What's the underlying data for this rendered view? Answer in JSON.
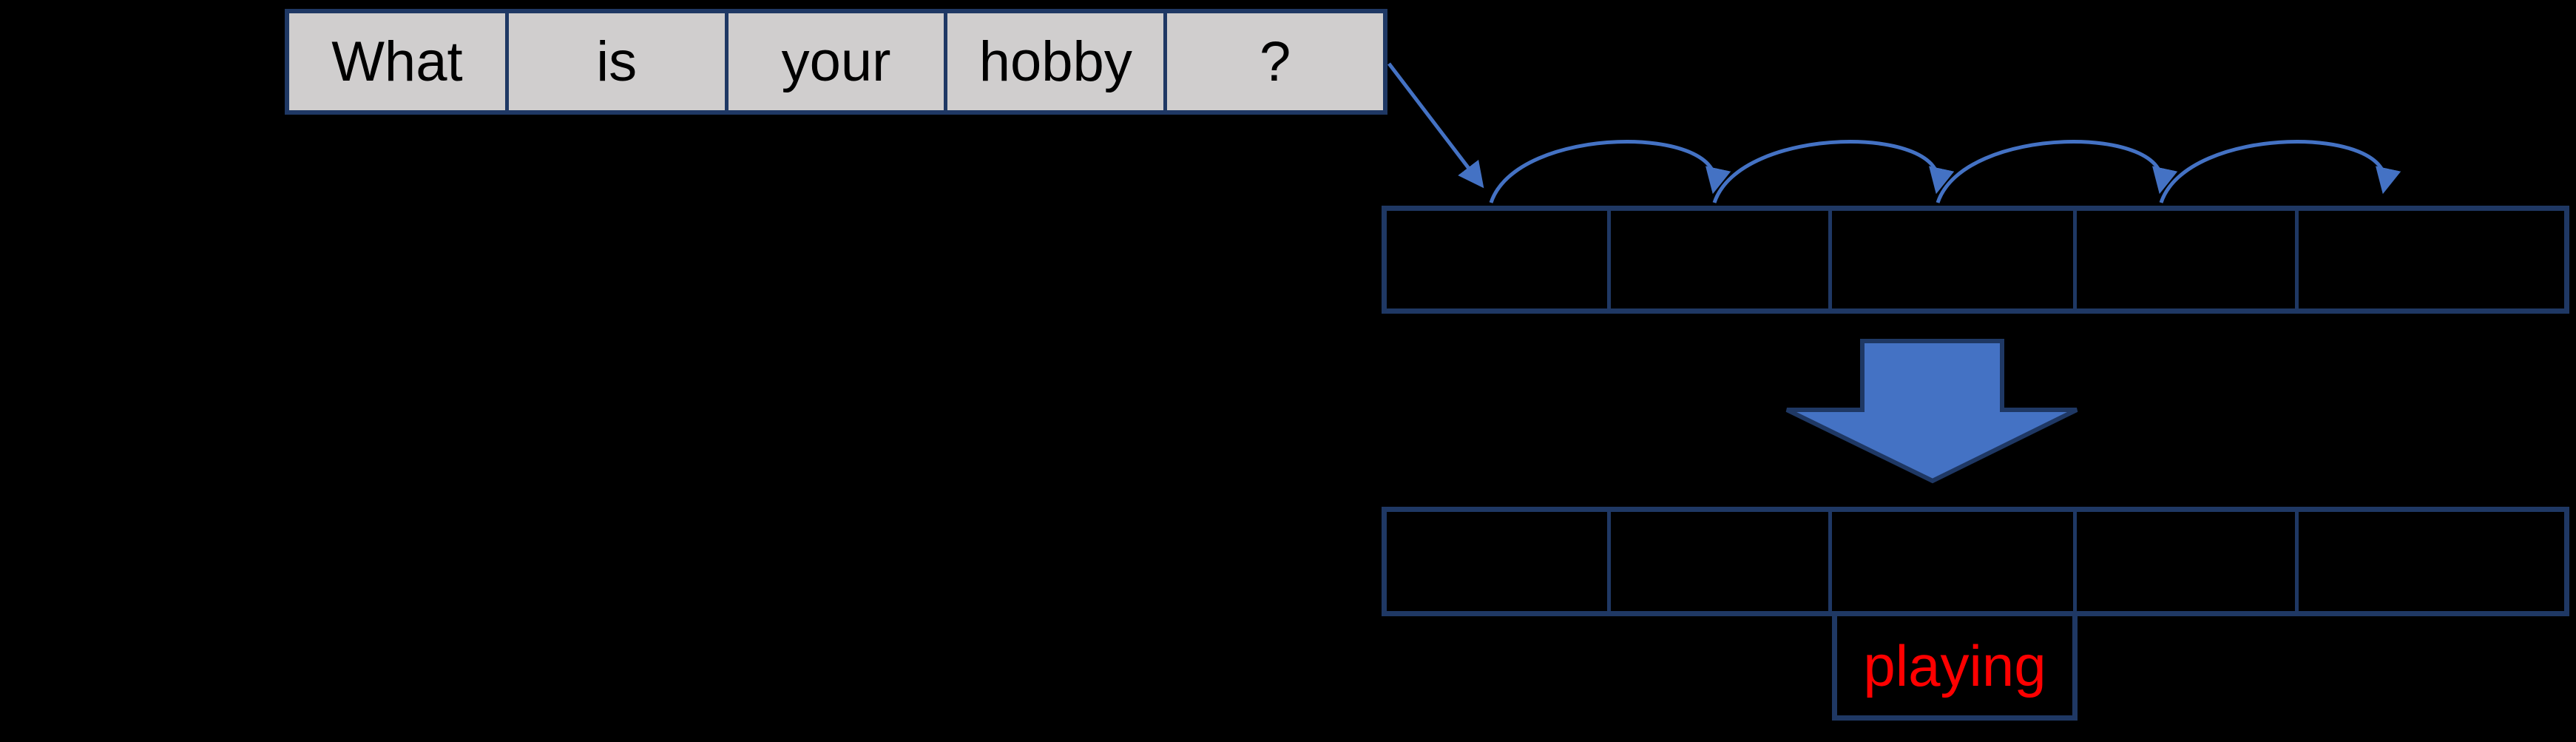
{
  "diagram_title": "sentence-to-prediction sequence diagram",
  "colors": {
    "background": "#000000",
    "table_border": "#1f3864",
    "word_cell_fill": "#d0cece",
    "word_text": "#000000",
    "arrow_blue": "#4472c4",
    "big_arrow_fill": "#4472c4",
    "big_arrow_border": "#1f3864",
    "prediction_text": "#ff0000"
  },
  "sentence_row": {
    "words": [
      "What",
      "is",
      "your",
      "hobby",
      "?"
    ]
  },
  "hidden_row": {
    "cells": [
      "",
      "",
      "",
      "",
      ""
    ]
  },
  "output_row": {
    "cells": [
      "",
      "",
      "",
      "",
      ""
    ]
  },
  "prediction": {
    "label": "playing"
  }
}
